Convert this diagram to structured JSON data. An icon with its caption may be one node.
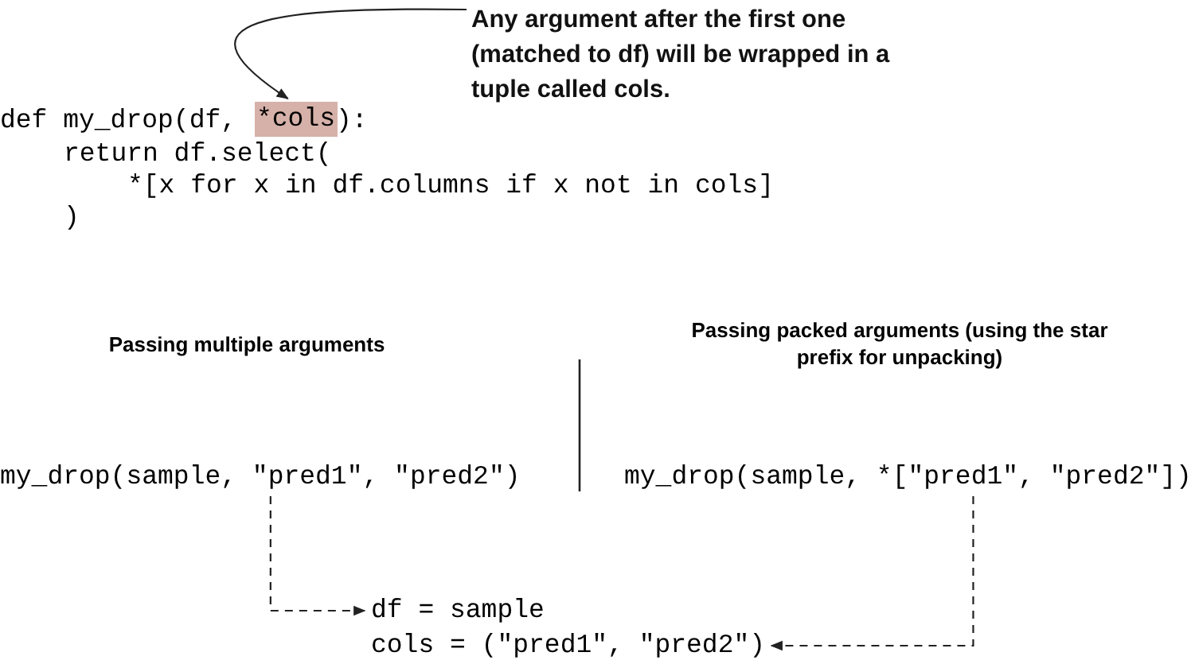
{
  "diagram": {
    "nodes": [
      {
        "text": [
          "Any argument after the first one (matched to df) will be wrapped in a tuple called cols."
        ]
      },
      {
        "text": [
          "*cols"
        ]
      },
      {
        "text": [
          "my_drop(sample, \"pred1\", \"pred2\")"
        ]
      },
      {
        "text": [
          "my_drop(sample, *[\"pred1\", \"pred2\"])"
        ]
      },
      {
        "text": [
          "df = sample"
        ]
      },
      {
        "text": [
          "cols = (\"pred1\", \"pred2\")"
        ]
      }
    ],
    "edges": [
      {
        "from": 0,
        "to": 1,
        "arrow": "to"
      },
      {
        "from": 2,
        "to": 4,
        "arrow": "to",
        "style": "dashed"
      },
      {
        "from": 3,
        "to": 5,
        "arrow": "to",
        "style": "dashed"
      }
    ],
    "labels": [
      "def my_drop(df,",
      "):",
      "return df.select(",
      "*[x for x in df.columns if x not in cols]",
      ")",
      "Passing multiple arguments",
      "Passing packed arguments (using the star prefix for unpacking)"
    ]
  }
}
